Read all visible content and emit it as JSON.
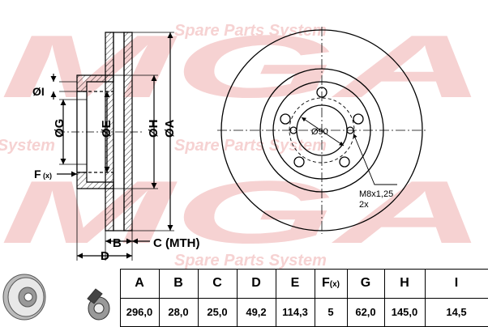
{
  "dimension_labels": {
    "i": "ØI",
    "g": "ØG",
    "e": "ØE",
    "h": "ØH",
    "a": "ØA",
    "f": "F",
    "f_suffix": "(x)",
    "b": "B",
    "c": "C (MTH)",
    "d": "D"
  },
  "front_view": {
    "center_label": "Ø90",
    "thread_label": "M8x1,25",
    "thread_count": "2x"
  },
  "table": {
    "headers": [
      {
        "main": "A"
      },
      {
        "main": "B"
      },
      {
        "main": "C"
      },
      {
        "main": "D"
      },
      {
        "main": "E"
      },
      {
        "main": "F",
        "suffix": "(x)"
      },
      {
        "main": "G"
      },
      {
        "main": "H"
      },
      {
        "main": "I"
      }
    ],
    "values": [
      "296,0",
      "28,0",
      "25,0",
      "49,2",
      "114,3",
      "5",
      "62,0",
      "145,0",
      "14,5"
    ]
  },
  "watermark": {
    "brand": "MGA",
    "tagline": "Spare Parts System"
  },
  "colors": {
    "line": "#000000",
    "watermark": "#f6d2d2"
  }
}
